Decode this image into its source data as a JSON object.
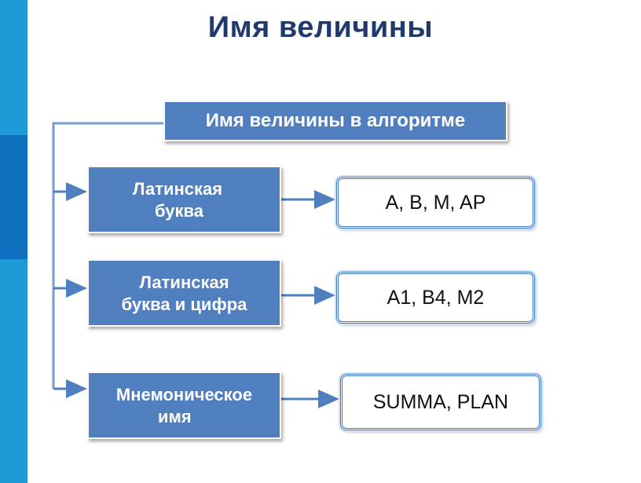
{
  "title": "Имя величины",
  "header_box": "Имя величины в алгоритме",
  "categories": [
    {
      "line1": "Латинская",
      "line2": "буква",
      "example": "A, B, M, AP"
    },
    {
      "line1": "Латинская",
      "line2": "буква и цифра",
      "example": "A1, B4, M2"
    },
    {
      "line1": "Мнемоническое",
      "line2": "имя",
      "example": "SUMMA, PLAN"
    }
  ],
  "colors": {
    "side_strip": "#1e9ad6",
    "side_strip_accent": "#0f6fc0",
    "box_fill": "#4f7fbf",
    "title": "#1f3a6e",
    "example_border": "#3f78c9"
  }
}
